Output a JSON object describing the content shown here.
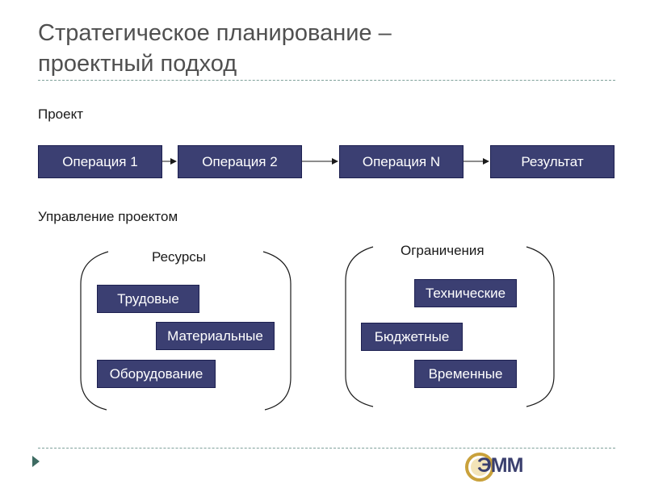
{
  "slide": {
    "title_line1": "Стратегическое планирование –",
    "title_line2": "проектный подход"
  },
  "project": {
    "label": "Проект",
    "steps": [
      "Операция 1",
      "Операция 2",
      "Операция N",
      "Результат"
    ]
  },
  "management": {
    "label": "Управление проектом",
    "resources": {
      "label": "Ресурсы",
      "items": [
        "Трудовые",
        "Материальные",
        "Оборудование"
      ]
    },
    "constraints": {
      "label": "Ограничения",
      "items": [
        "Технические",
        "Бюджетные",
        "Временные"
      ]
    }
  },
  "logo": {
    "text": "ЭММ"
  },
  "colors": {
    "box_fill": "#3b3f72",
    "rule": "#7fa09a",
    "title": "#505050"
  }
}
